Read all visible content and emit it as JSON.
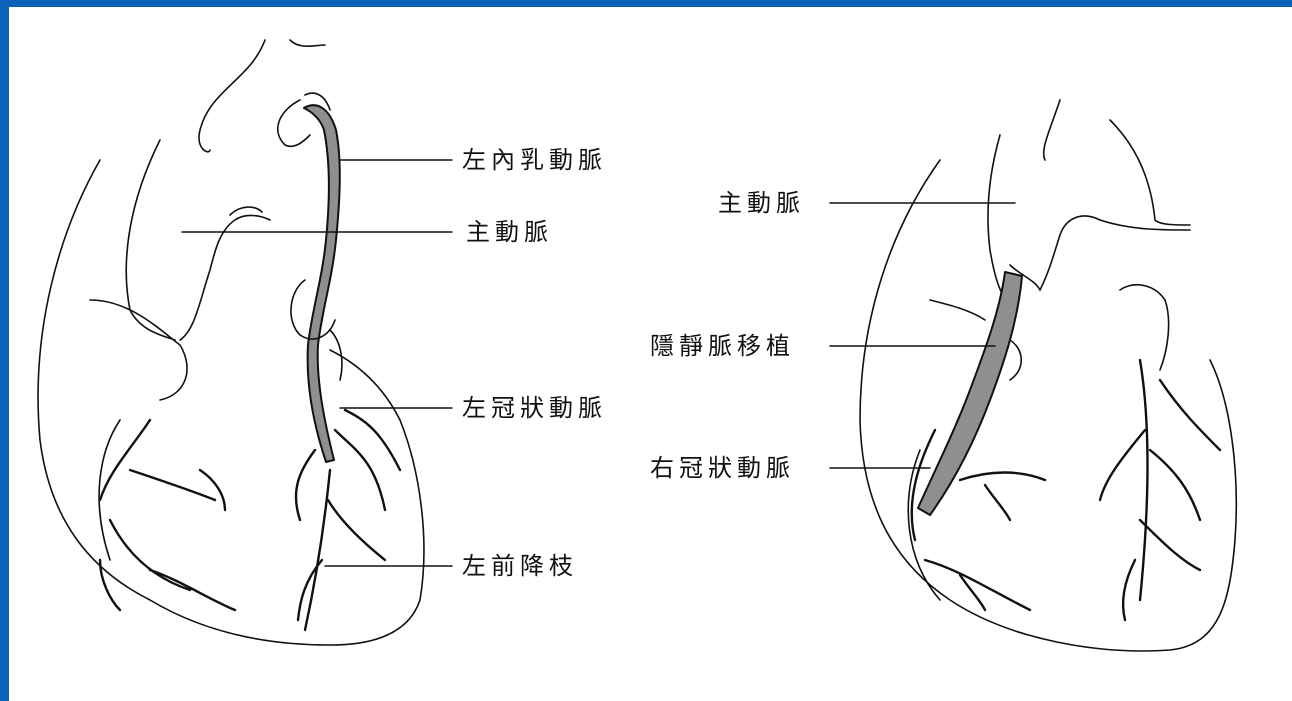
{
  "colors": {
    "border": "#0a63b8",
    "line": "#111111",
    "graft_fill": "#8f8f8f"
  },
  "left_diagram": {
    "labels": {
      "lima": "左內乳動脈",
      "aorta": "主動脈",
      "lca": "左冠狀動脈",
      "lad": "左前降枝"
    }
  },
  "right_diagram": {
    "labels": {
      "aorta": "主動脈",
      "svg_graft": "隱靜脈移植",
      "rca": "右冠狀動脈"
    }
  }
}
